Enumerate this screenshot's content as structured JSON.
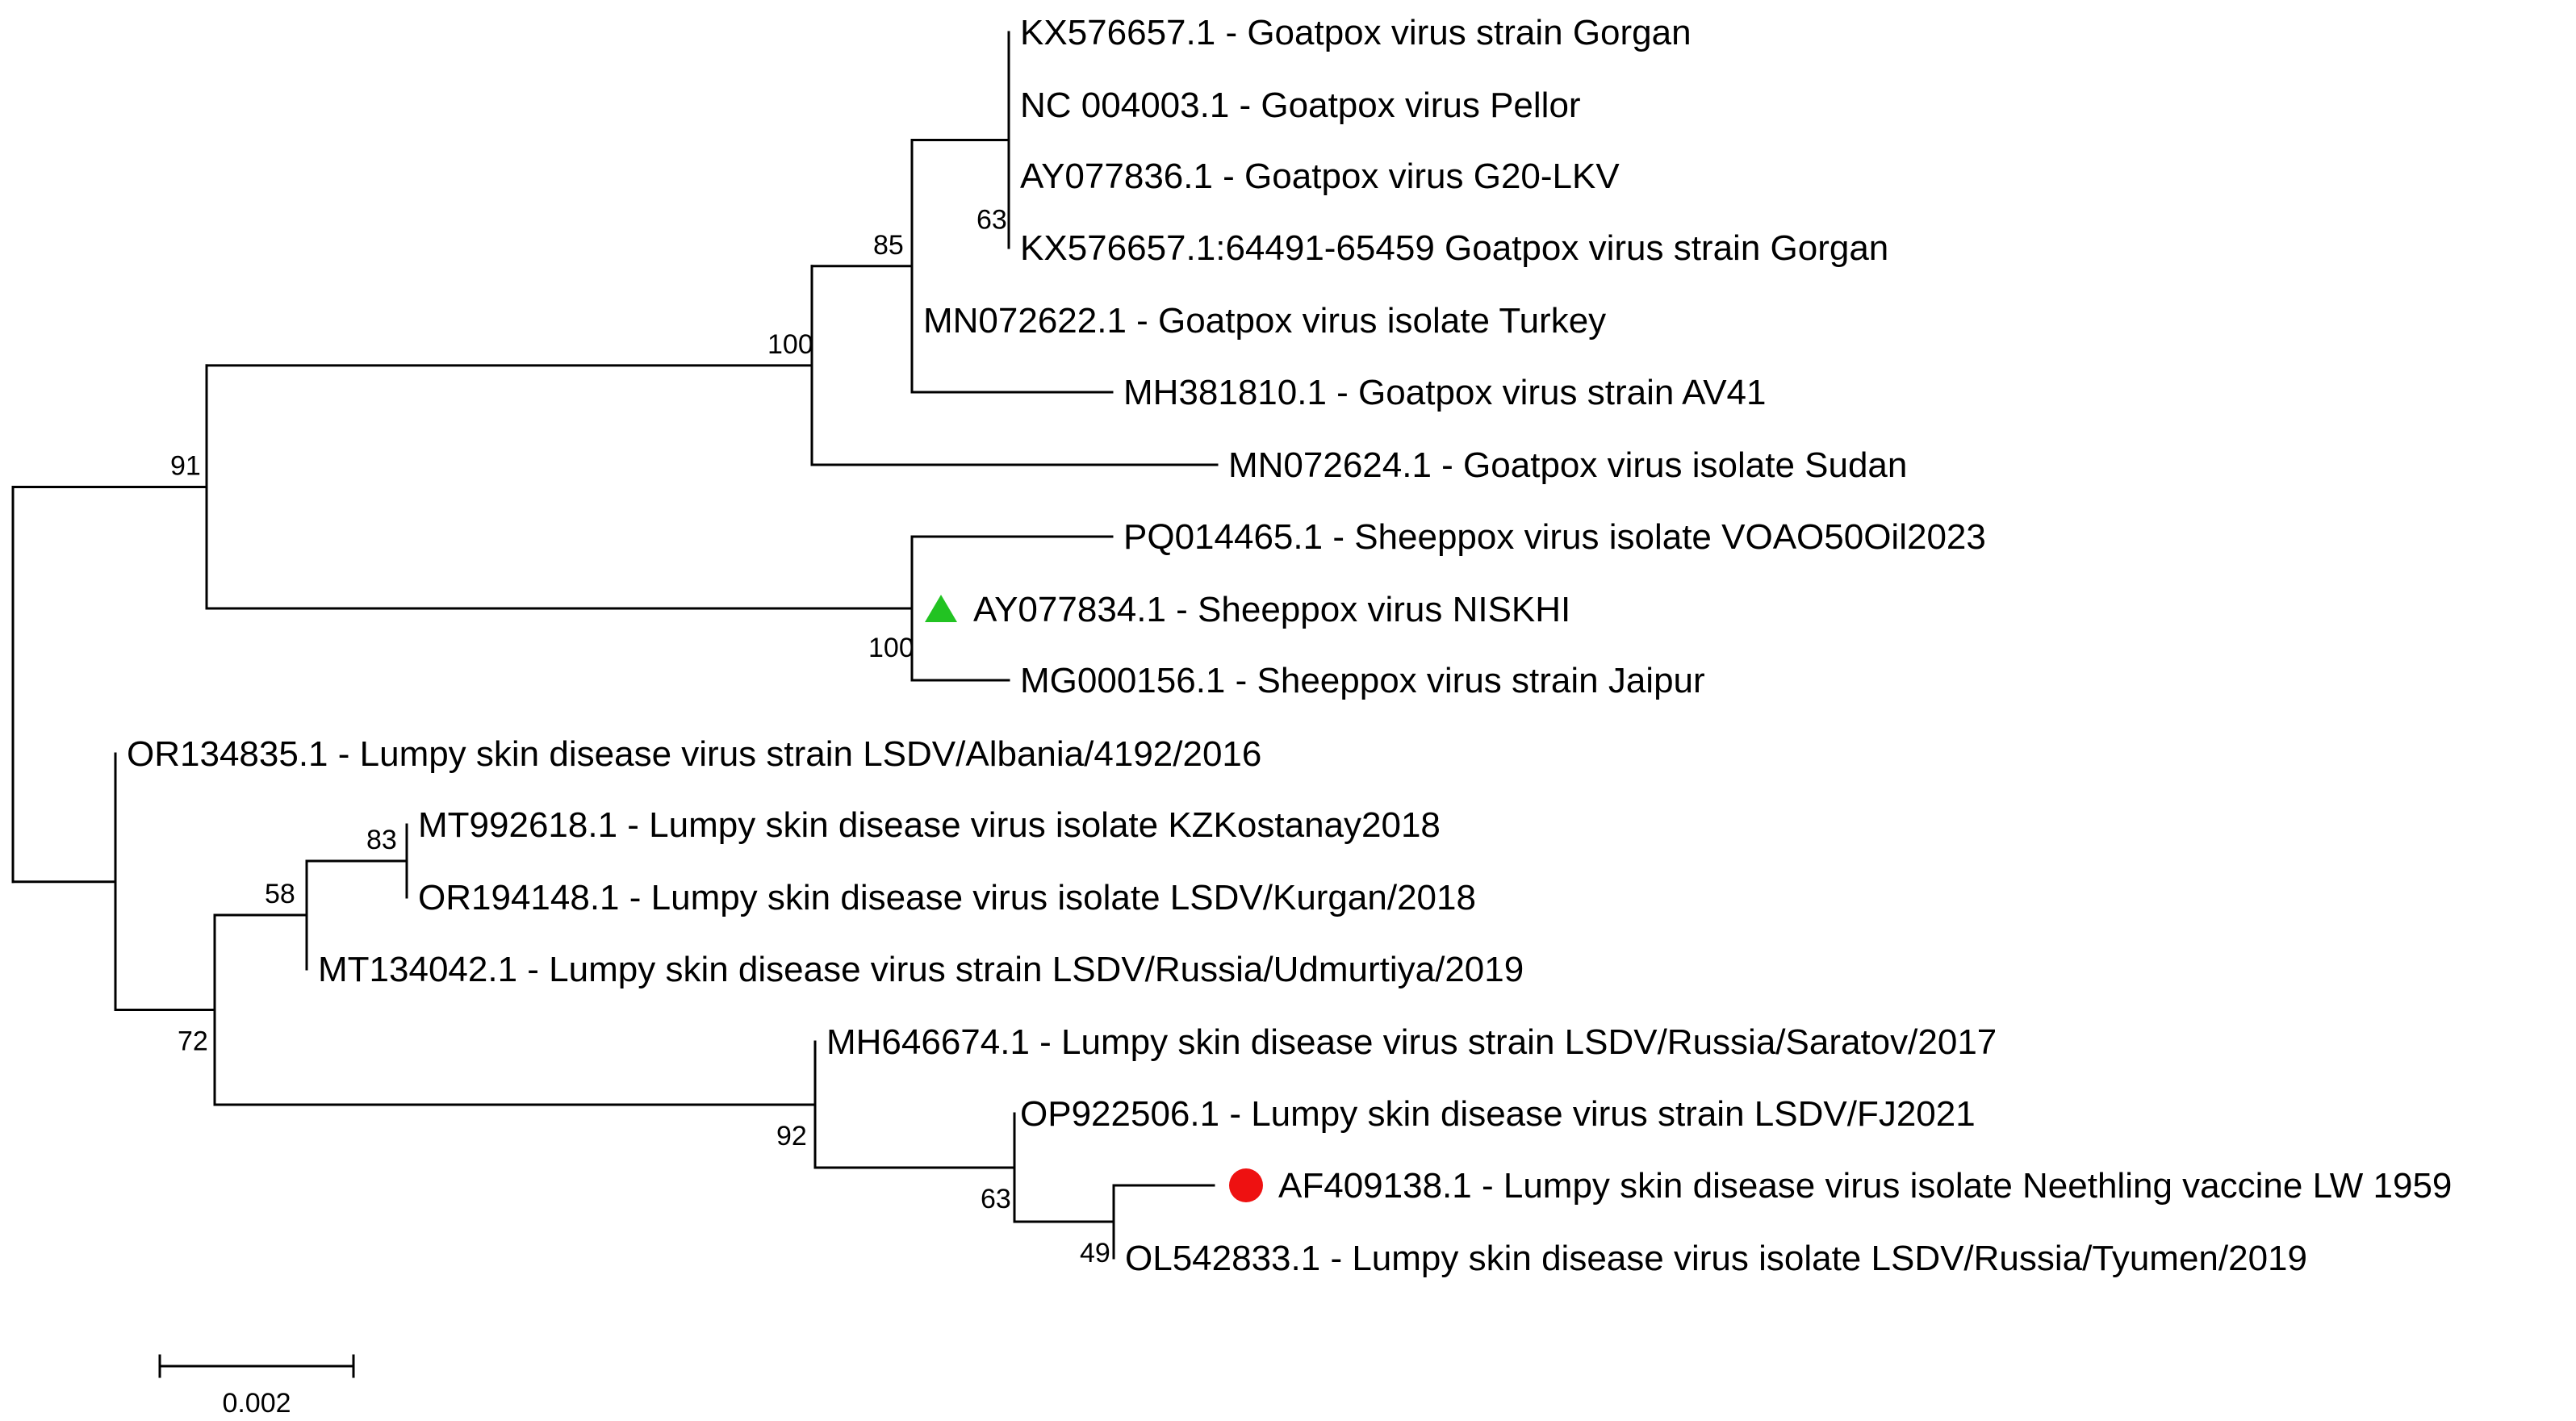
{
  "tree": {
    "leaves": [
      {
        "id": "L1",
        "label": "KX576657.1 - Goatpox virus strain Gorgan",
        "marker": null
      },
      {
        "id": "L2",
        "label": "NC 004003.1 - Goatpox virus Pellor",
        "marker": null
      },
      {
        "id": "L3",
        "label": "AY077836.1 - Goatpox virus G20-LKV",
        "marker": null
      },
      {
        "id": "L4",
        "label": "KX576657.1:64491-65459 Goatpox virus strain Gorgan",
        "marker": null
      },
      {
        "id": "L5",
        "label": "MN072622.1 - Goatpox virus isolate Turkey",
        "marker": null
      },
      {
        "id": "L6",
        "label": "MH381810.1 - Goatpox virus strain AV41",
        "marker": null
      },
      {
        "id": "L7",
        "label": "MN072624.1 - Goatpox virus isolate Sudan",
        "marker": null
      },
      {
        "id": "L8",
        "label": "PQ014465.1 - Sheeppox virus isolate VOAO50Oil2023",
        "marker": null
      },
      {
        "id": "L9",
        "label": "AY077834.1 - Sheeppox virus NISKHI",
        "marker": "triangle"
      },
      {
        "id": "L10",
        "label": "MG000156.1 - Sheeppox virus strain Jaipur",
        "marker": null
      },
      {
        "id": "L11",
        "label": "OR134835.1 - Lumpy skin disease virus strain LSDV/Albania/4192/2016",
        "marker": null
      },
      {
        "id": "L12",
        "label": "MT992618.1 - Lumpy skin disease virus isolate KZKostanay2018",
        "marker": null
      },
      {
        "id": "L13",
        "label": "OR194148.1 - Lumpy skin disease virus isolate LSDV/Kurgan/2018",
        "marker": null
      },
      {
        "id": "L14",
        "label": "MT134042.1 - Lumpy skin disease virus strain LSDV/Russia/Udmurtiya/2019",
        "marker": null
      },
      {
        "id": "L15",
        "label": "MH646674.1 - Lumpy skin disease virus strain LSDV/Russia/Saratov/2017",
        "marker": null
      },
      {
        "id": "L16",
        "label": "OP922506.1 - Lumpy skin disease virus strain LSDV/FJ2021",
        "marker": null
      },
      {
        "id": "L17",
        "label": "AF409138.1 - Lumpy skin disease virus isolate Neethling vaccine LW 1959",
        "marker": "circle"
      },
      {
        "id": "L18",
        "label": "OL542833.1 - Lumpy skin disease virus isolate LSDV/Russia/Tyumen/2019",
        "marker": null
      }
    ],
    "bootstrap_values": {
      "goatpox_core": "63",
      "goatpox_inner": "85",
      "goatpox_clade": "100",
      "pox_split": "91",
      "sheeppox_clade": "100",
      "kz_kurgan": "83",
      "ural_clade": "58",
      "lsdv_main": "72",
      "lsdv_vaccine_group": "92",
      "fj_group": "63",
      "neethling_tyumen": "49"
    },
    "marker_colors": {
      "triangle": "#22c322",
      "circle": "#ee1111"
    },
    "scale_bar": {
      "label": "0.002"
    }
  }
}
